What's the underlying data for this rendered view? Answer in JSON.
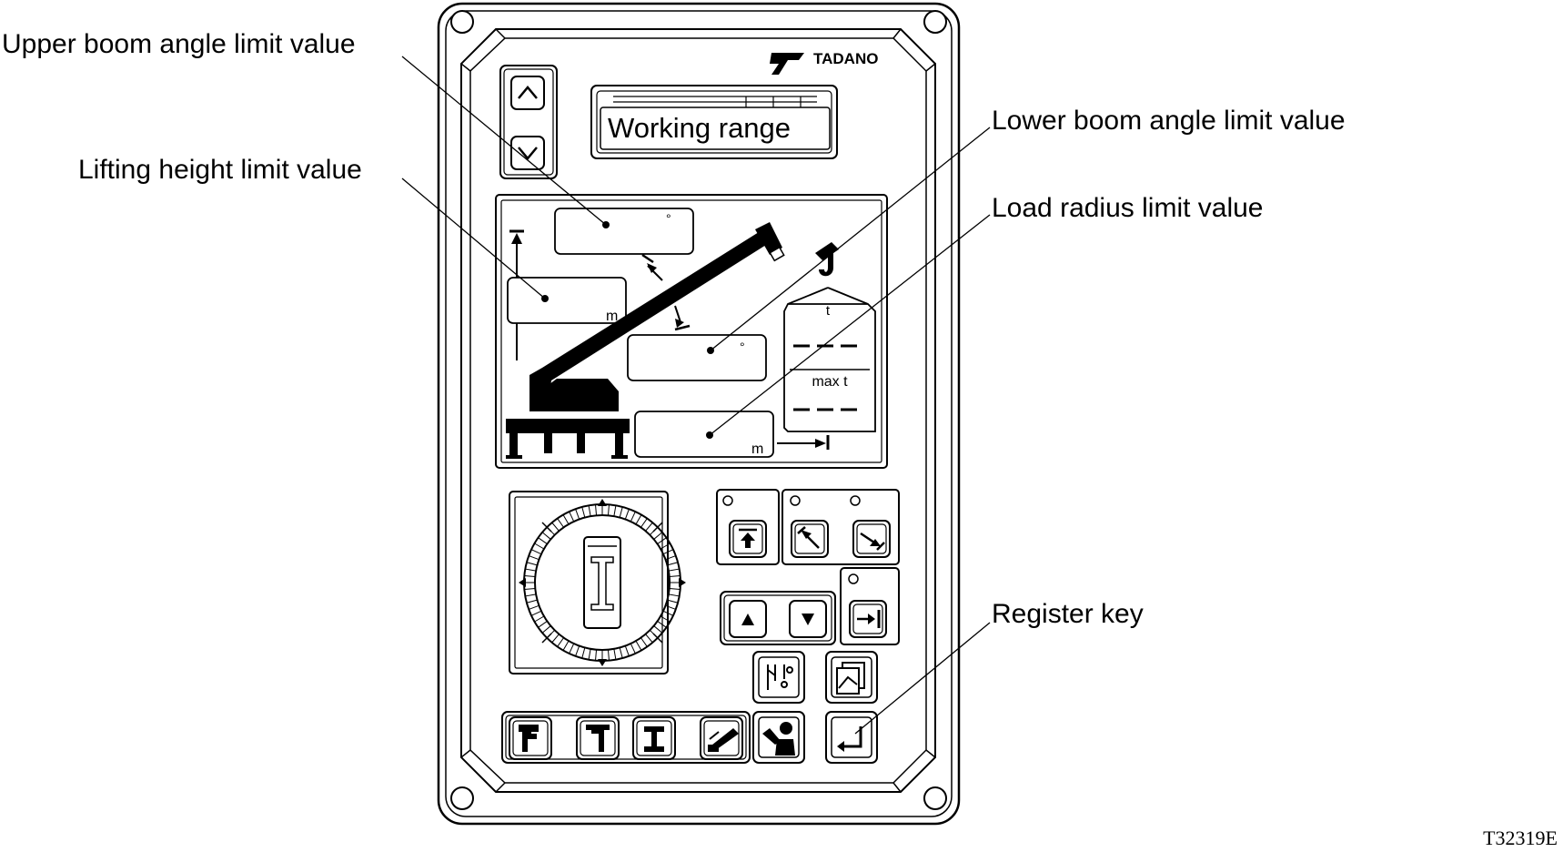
{
  "brand": {
    "name": "TADANO"
  },
  "display": {
    "working_range": "Working range"
  },
  "units": {
    "meter": "m",
    "degree": "°",
    "tonne": "t",
    "max_tonne": "max t"
  },
  "callouts": {
    "upper_boom_angle": "Upper boom angle limit value",
    "lifting_height": "Lifting height limit value",
    "lower_boom_angle": "Lower boom angle limit value",
    "load_radius": "Load radius limit value",
    "register_key": "Register key"
  },
  "figure_code": "T32319E",
  "colors": {
    "ink": "#000000",
    "paper": "#ffffff"
  },
  "icons": [
    "scroll-up-icon",
    "scroll-down-icon",
    "height-limit-icon",
    "upper-angle-icon",
    "lower-angle-icon",
    "radius-limit-icon",
    "increase-icon",
    "decrease-icon",
    "hook-icon",
    "copy-icon",
    "register-icon",
    "outrigger-icon",
    "crane-icon"
  ]
}
